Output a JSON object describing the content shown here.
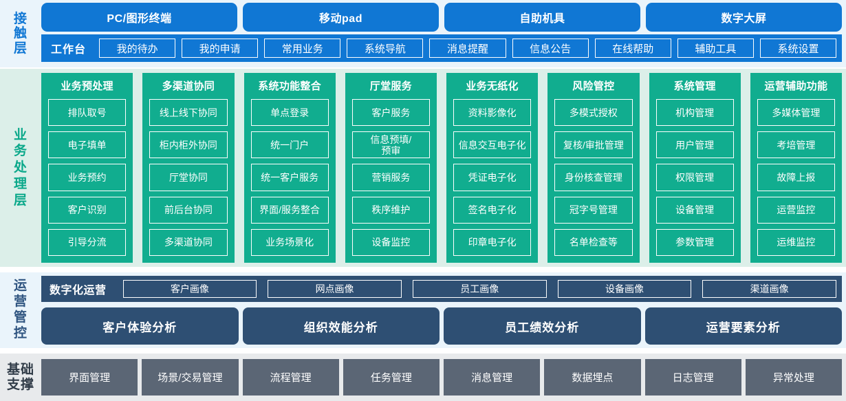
{
  "layers": {
    "contact": {
      "label": "接触层",
      "label_chars": [
        "接",
        "触",
        "层"
      ],
      "accent": "#1077d4",
      "background": "#eaf4fb",
      "channels": [
        "PC/图形终端",
        "移动pad",
        "自助机具",
        "数字大屏"
      ],
      "workbench_title": "工作台",
      "workbench_items": [
        "我的待办",
        "我的申请",
        "常用业务",
        "系统导航",
        "消息提醒",
        "信息公告",
        "在线帮助",
        "辅助工具",
        "系统设置"
      ]
    },
    "business": {
      "label": "业务处理层",
      "label_chars": [
        "业",
        "务",
        "处",
        "理",
        "层"
      ],
      "accent": "#11ad8f",
      "background": "#dcefe9",
      "columns": [
        {
          "title": "业务预处理",
          "items": [
            "排队取号",
            "电子填单",
            "业务预约",
            "客户识别",
            "引导分流"
          ]
        },
        {
          "title": "多渠道协同",
          "items": [
            "线上线下协同",
            "柜内柜外协同",
            "厅堂协同",
            "前后台协同",
            "多渠道协同"
          ]
        },
        {
          "title": "系统功能整合",
          "items": [
            "单点登录",
            "统一门户",
            "统一客户服务",
            "界面/服务整合",
            "业务场景化"
          ]
        },
        {
          "title": "厅堂服务",
          "items": [
            "客户服务",
            "信息预填/\n预审",
            "营销服务",
            "秩序维护",
            "设备监控"
          ]
        },
        {
          "title": "业务无纸化",
          "items": [
            "资料影像化",
            "信息交互电子化",
            "凭证电子化",
            "签名电子化",
            "印章电子化"
          ]
        },
        {
          "title": "风险管控",
          "items": [
            "多模式授权",
            "复核/审批管理",
            "身份核查管理",
            "冠字号管理",
            "名单检查等"
          ]
        },
        {
          "title": "系统管理",
          "items": [
            "机构管理",
            "用户管理",
            "权限管理",
            "设备管理",
            "参数管理"
          ]
        },
        {
          "title": "运营辅助功能",
          "items": [
            "多媒体管理",
            "考培管理",
            "故障上报",
            "运营监控",
            "运维监控"
          ]
        }
      ]
    },
    "operations": {
      "label": "运营管控",
      "label_chars": [
        "运",
        "营",
        "管",
        "控"
      ],
      "accent": "#2e4f73",
      "background": "#eaf4fb",
      "digital_title": "数字化运营",
      "portraits": [
        "客户画像",
        "网点画像",
        "员工画像",
        "设备画像",
        "渠道画像"
      ],
      "analyses": [
        "客户体验分析",
        "组织效能分析",
        "员工绩效分析",
        "运营要素分析"
      ]
    },
    "foundation": {
      "label": "基础支撑",
      "label_chars": [
        "基础",
        "支撑"
      ],
      "accent": "#5b6675",
      "background": "#e8eaec",
      "items": [
        "界面管理",
        "场景/交易管理",
        "流程管理",
        "任务管理",
        "消息管理",
        "数据埋点",
        "日志管理",
        "异常处理"
      ]
    }
  }
}
